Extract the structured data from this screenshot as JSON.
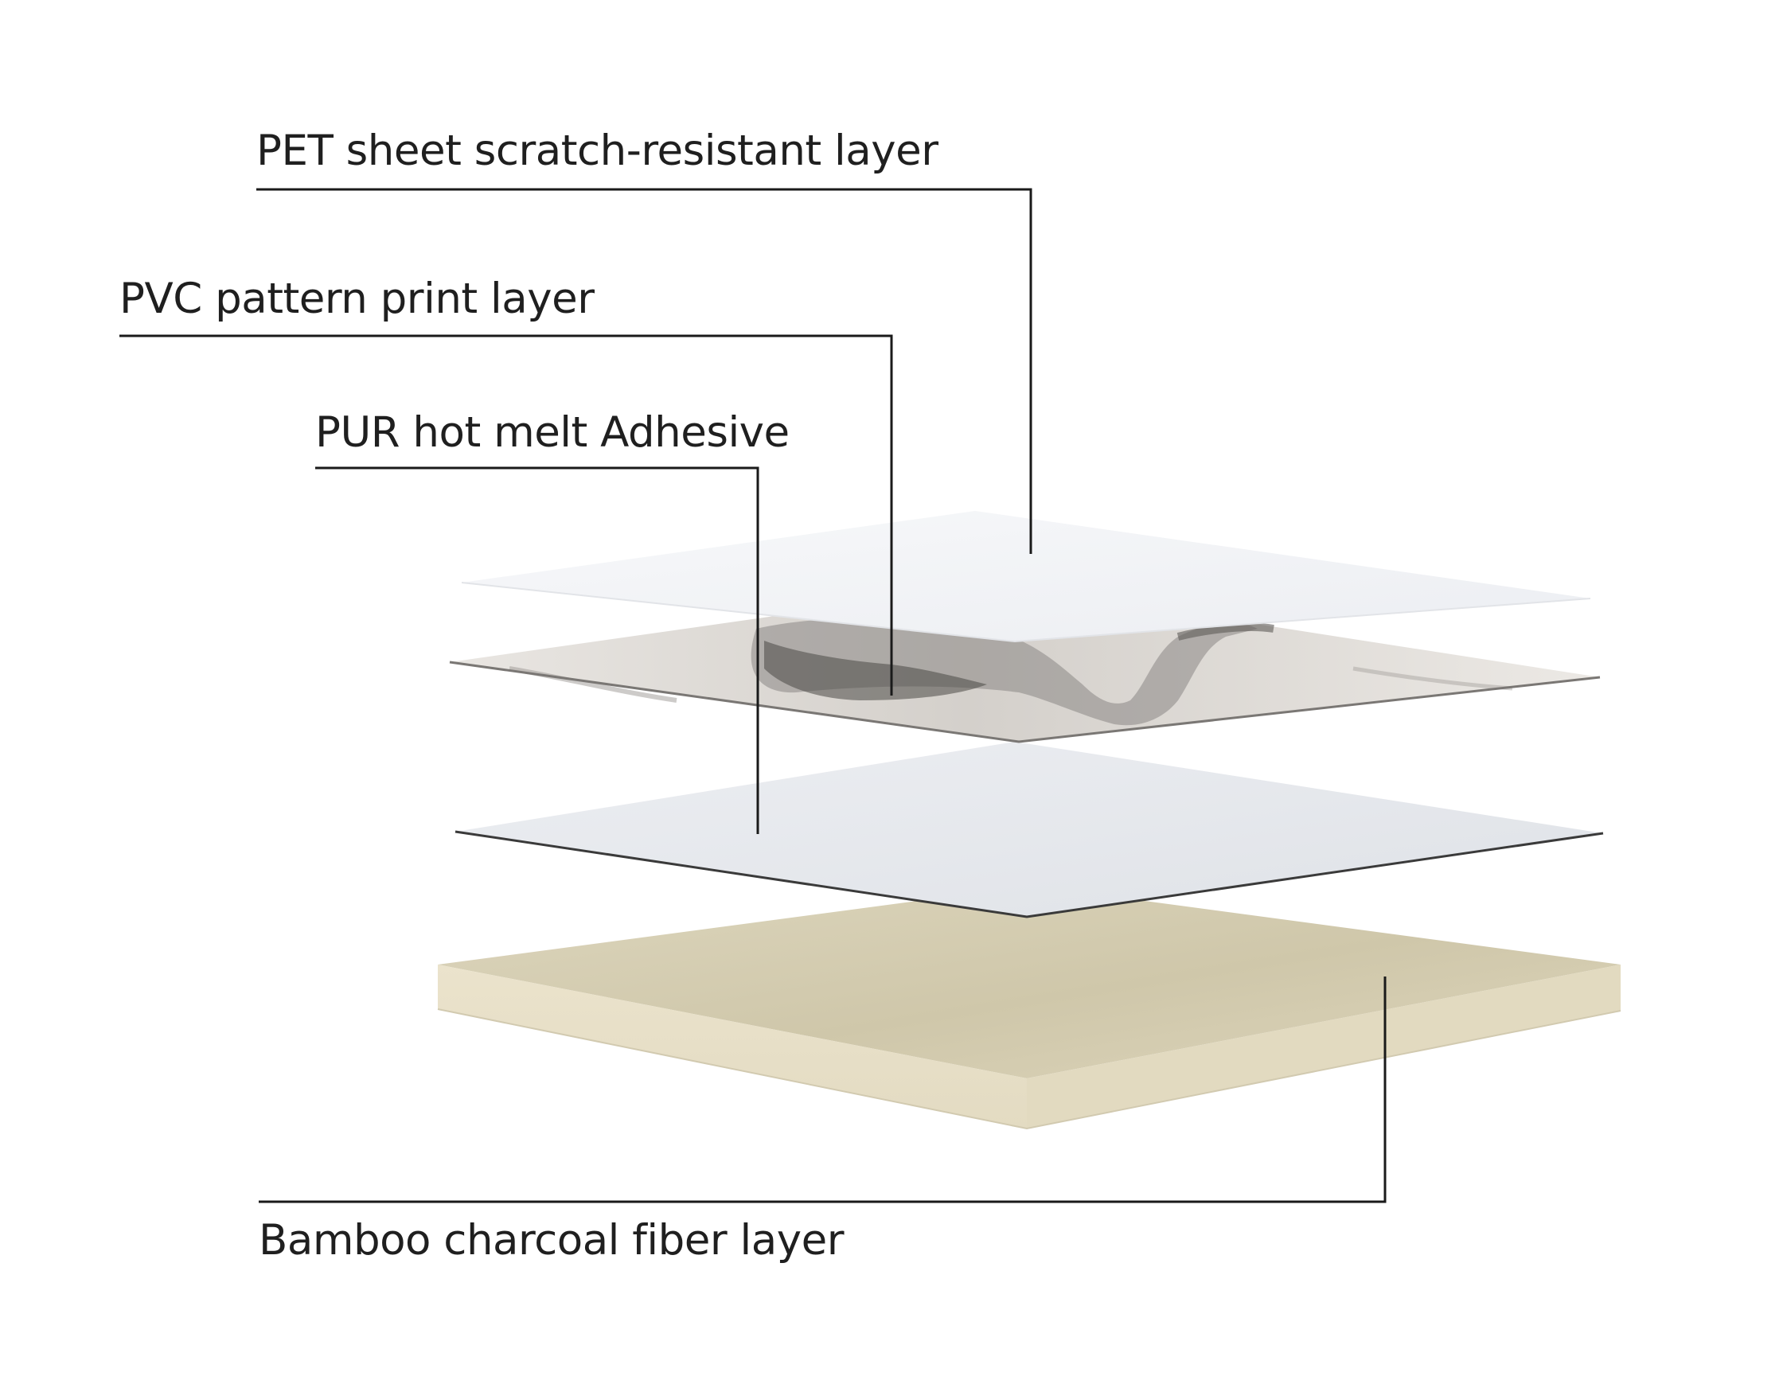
{
  "diagram": {
    "layers": [
      {
        "id": "pet",
        "label": "PET sheet scratch-resistant layer"
      },
      {
        "id": "pvc",
        "label": "PVC pattern print layer"
      },
      {
        "id": "pur",
        "label": "PUR hot melt Adhesive"
      },
      {
        "id": "bamboo",
        "label": "Bamboo charcoal fiber layer"
      }
    ],
    "colors": {
      "background": "#ffffff",
      "leader_line": "#1a1a1a",
      "pet_sheet": "#f3f4f6",
      "pvc_print": "#d9d6d2",
      "pur_adhesive": "#e6e8ec",
      "bamboo_top": "#d9d1b6",
      "bamboo_side": "#e8e0c8"
    }
  }
}
